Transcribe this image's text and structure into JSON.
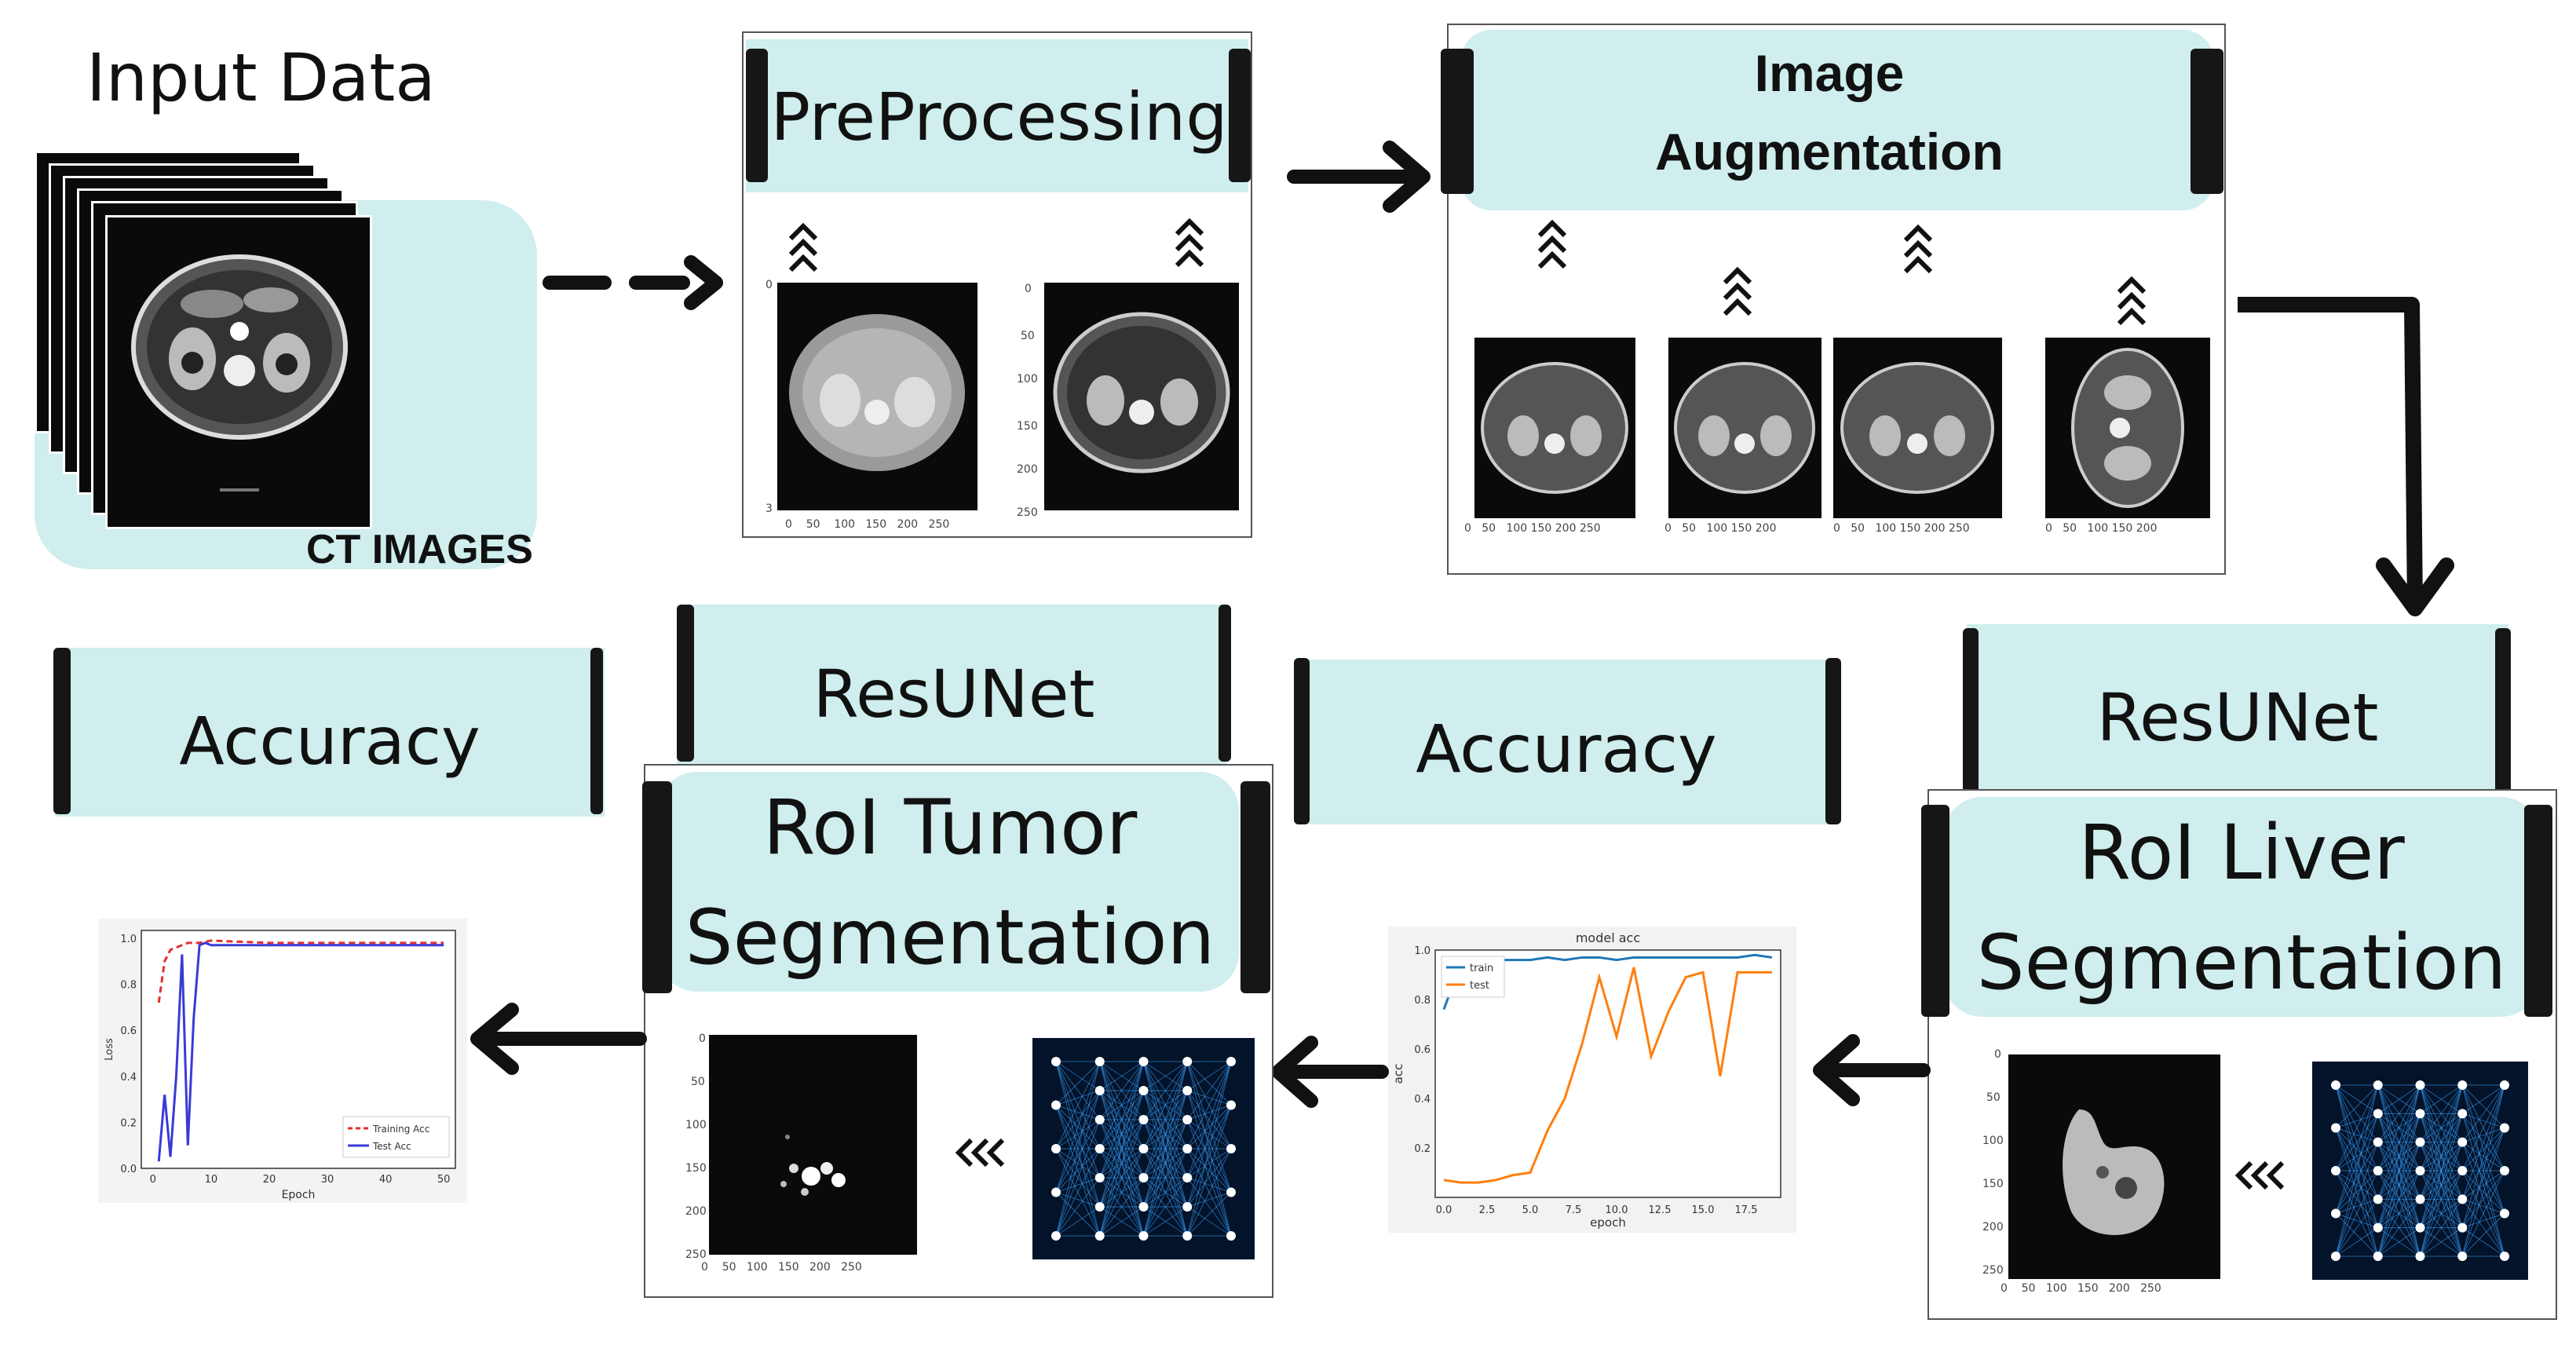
{
  "input": {
    "title": "Input Data",
    "caption": "CT IMAGES"
  },
  "preprocessing": {
    "title": "PreProcessing"
  },
  "augmentation": {
    "title_line1": "Image",
    "title_line2": "Augmentation"
  },
  "liver_seg": {
    "title_top": "ResUNet",
    "title_line1": "RoI Liver",
    "title_line2": "Segmentation"
  },
  "tumor_seg": {
    "title_top": "ResUNet",
    "title_line1": "RoI Tumor",
    "title_line2": "Segmentation"
  },
  "accuracy_mid": {
    "title": "Accuracy"
  },
  "accuracy_left": {
    "title": "Accuracy"
  },
  "model_acc_chart": {
    "title": "model acc",
    "xlabel": "epoch",
    "ylabel": "acc",
    "legend": [
      "train",
      "test"
    ]
  },
  "final_chart": {
    "xlabel": "Epoch",
    "ylabel": "Loss",
    "legend": [
      "Training Acc",
      "Test Acc"
    ]
  },
  "chart_data": [
    {
      "type": "line",
      "title": "model acc",
      "xlabel": "epoch",
      "ylabel": "acc",
      "xlim": [
        -0.5,
        19.5
      ],
      "ylim": [
        0.0,
        1.0
      ],
      "xticks": [
        "0.0",
        "2.5",
        "5.0",
        "7.5",
        "10.0",
        "12.5",
        "15.0",
        "17.5"
      ],
      "yticks": [
        "0.2",
        "0.4",
        "0.6",
        "0.8",
        "1.0"
      ],
      "legend": "top-left",
      "colors": [
        "#1f77b4",
        "#ff7f0e"
      ],
      "series": [
        {
          "name": "train",
          "x": [
            0,
            1,
            2,
            3,
            4,
            5,
            6,
            7,
            8,
            9,
            10,
            11,
            12,
            13,
            14,
            15,
            16,
            17,
            18,
            19
          ],
          "values": [
            0.76,
            0.95,
            0.96,
            0.96,
            0.96,
            0.96,
            0.97,
            0.96,
            0.97,
            0.97,
            0.96,
            0.97,
            0.97,
            0.97,
            0.97,
            0.97,
            0.97,
            0.97,
            0.98,
            0.97
          ]
        },
        {
          "name": "test",
          "x": [
            0,
            1,
            2,
            3,
            4,
            5,
            6,
            7,
            8,
            9,
            10,
            11,
            12,
            13,
            14,
            15,
            16,
            17,
            18,
            19
          ],
          "values": [
            0.07,
            0.06,
            0.06,
            0.07,
            0.09,
            0.1,
            0.27,
            0.4,
            0.62,
            0.89,
            0.65,
            0.93,
            0.57,
            0.75,
            0.89,
            0.91,
            0.49,
            0.91,
            0.91,
            0.91
          ]
        }
      ]
    },
    {
      "type": "line",
      "xlabel": "Epoch",
      "ylabel": "Loss",
      "xlim": [
        -2,
        52
      ],
      "ylim": [
        0.0,
        1.0
      ],
      "xticks": [
        "0",
        "10",
        "20",
        "30",
        "40",
        "50"
      ],
      "yticks": [
        "0.0",
        "0.2",
        "0.4",
        "0.6",
        "0.8",
        "1.0"
      ],
      "legend": "bottom-right",
      "colors": [
        "#e03030",
        "#3a3ad6"
      ],
      "series": [
        {
          "name": "Training Acc",
          "dashed": true,
          "x": [
            1,
            2,
            3,
            4,
            5,
            6,
            8,
            10,
            20,
            30,
            40,
            50
          ],
          "values": [
            0.72,
            0.9,
            0.95,
            0.96,
            0.97,
            0.98,
            0.98,
            0.99,
            0.98,
            0.98,
            0.98,
            0.98
          ]
        },
        {
          "name": "Test Acc",
          "x": [
            1,
            2,
            3,
            4,
            5,
            6,
            7,
            8,
            9,
            10,
            20,
            30,
            40,
            50
          ],
          "values": [
            0.03,
            0.32,
            0.05,
            0.4,
            0.93,
            0.1,
            0.65,
            0.97,
            0.98,
            0.97,
            0.97,
            0.97,
            0.97,
            0.97
          ]
        }
      ]
    }
  ]
}
